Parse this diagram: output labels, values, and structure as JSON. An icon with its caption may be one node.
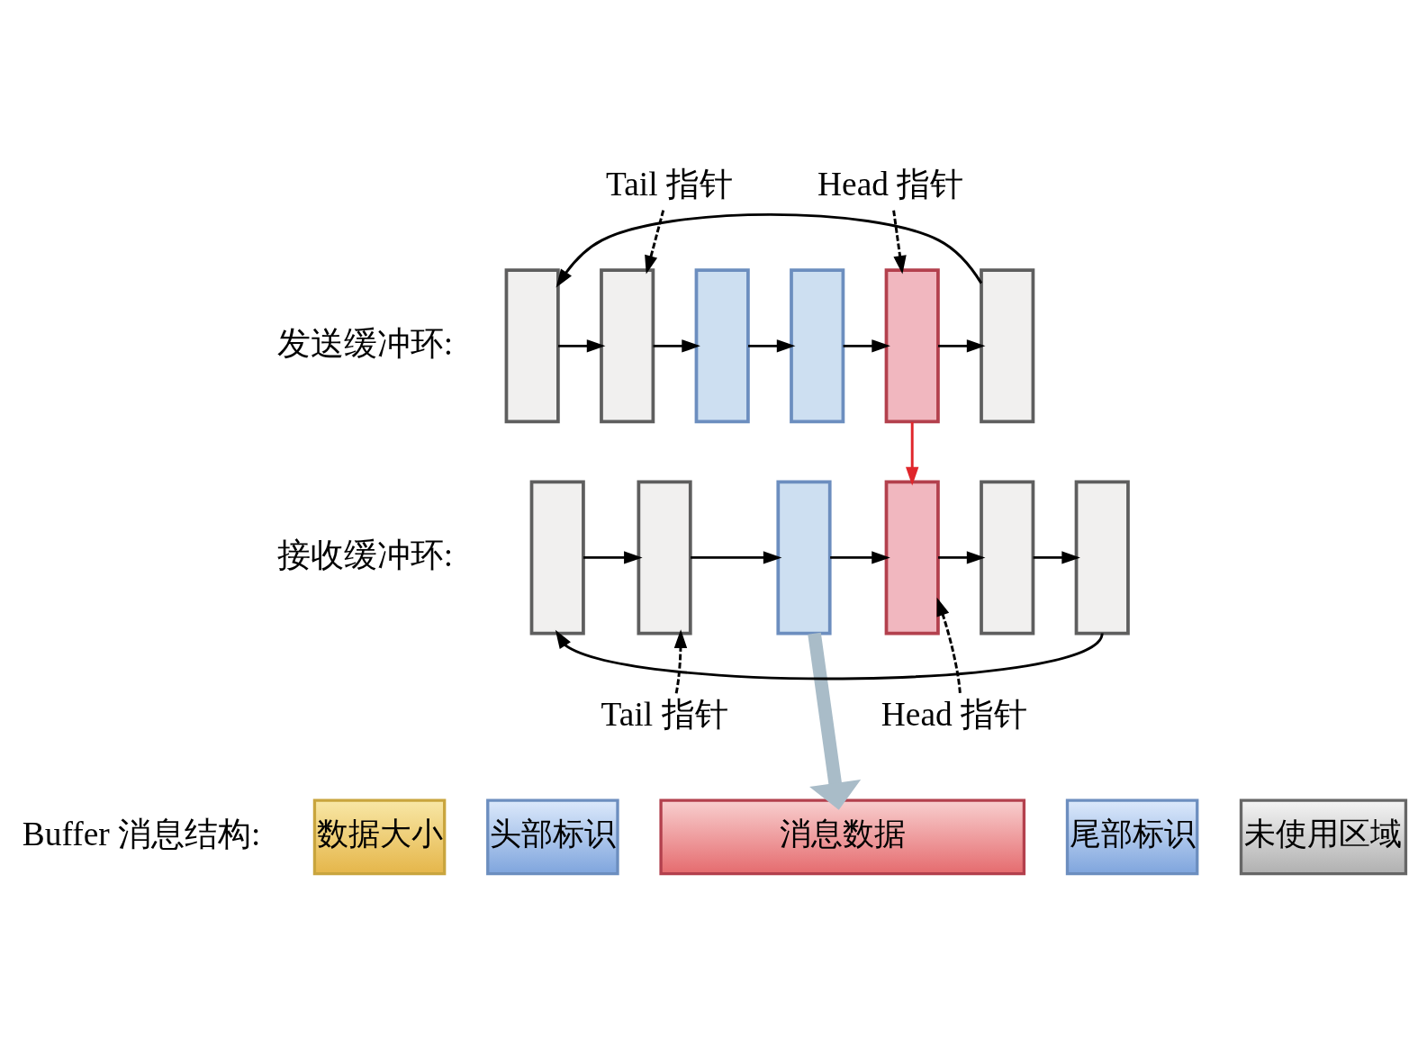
{
  "diagram": {
    "nodes": [
      {
        "text": [
          "Tail 指针"
        ]
      },
      {
        "text": [
          "Head 指针"
        ]
      },
      {
        "text": [],
        "shape": "box"
      },
      {
        "text": [],
        "shape": "box"
      },
      {
        "text": [],
        "shape": "box"
      },
      {
        "text": [],
        "shape": "box"
      },
      {
        "text": [],
        "shape": "box"
      },
      {
        "text": [],
        "shape": "box"
      },
      {
        "text": [],
        "shape": "box"
      },
      {
        "text": [],
        "shape": "box"
      },
      {
        "text": [],
        "shape": "box"
      },
      {
        "text": [],
        "shape": "box"
      },
      {
        "text": [],
        "shape": "box"
      },
      {
        "text": [],
        "shape": "box"
      },
      {
        "text": [
          "Tail 指针"
        ]
      },
      {
        "text": [
          "Head 指针"
        ]
      },
      {
        "text": [
          "数据大小"
        ]
      },
      {
        "text": [
          "头部标识"
        ]
      },
      {
        "text": [
          "消息数据"
        ]
      },
      {
        "text": [
          "尾部标识"
        ]
      },
      {
        "text": [
          "未使用区域"
        ]
      }
    ],
    "edges": [
      {
        "from": 0,
        "to": 3,
        "arrow": "to",
        "style": "dashed"
      },
      {
        "from": 1,
        "to": 6,
        "arrow": "to",
        "style": "dashed"
      },
      {
        "from": 2,
        "to": 3,
        "arrow": "to"
      },
      {
        "from": 3,
        "to": 4,
        "arrow": "to"
      },
      {
        "from": 4,
        "to": 5,
        "arrow": "to"
      },
      {
        "from": 5,
        "to": 6,
        "arrow": "to"
      },
      {
        "from": 6,
        "to": 7,
        "arrow": "to"
      },
      {
        "from": 7,
        "to": 2,
        "arrow": "to"
      },
      {
        "from": 6,
        "to": 11,
        "arrow": "to",
        "color": "#e0262b"
      },
      {
        "from": 8,
        "to": 9,
        "arrow": "to"
      },
      {
        "from": 9,
        "to": 10,
        "arrow": "to"
      },
      {
        "from": 10,
        "to": 11,
        "arrow": "to"
      },
      {
        "from": 11,
        "to": 12,
        "arrow": "to"
      },
      {
        "from": 12,
        "to": 13,
        "arrow": "to"
      },
      {
        "from": 13,
        "to": 8,
        "arrow": "to"
      },
      {
        "from": 14,
        "to": 9,
        "arrow": "to",
        "style": "dashed"
      },
      {
        "from": 15,
        "to": 11,
        "arrow": "to",
        "style": "dashed"
      },
      {
        "from": 10,
        "to": 18,
        "arrow": "to",
        "style": "thick",
        "color": "#a9bcc8"
      }
    ],
    "labels": [
      "发送缓冲环:",
      "接收缓冲环:",
      "Buffer 消息结构:"
    ]
  }
}
